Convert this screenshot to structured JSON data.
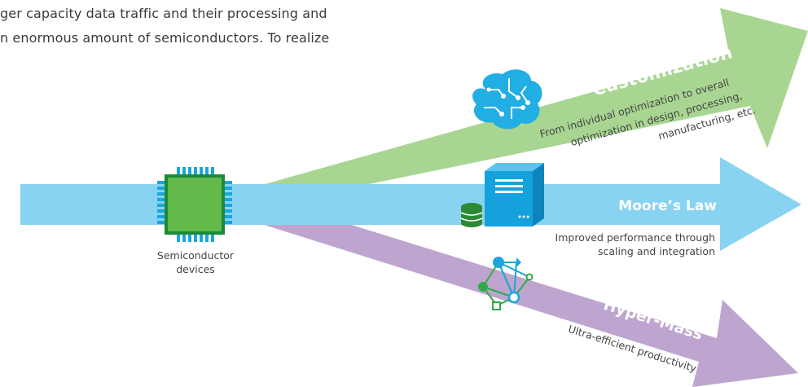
{
  "intro": {
    "line1": "ger capacity data traffic and their processing and",
    "line2": "n enormous amount of semiconductors. To realize"
  },
  "colors": {
    "green": "#a8d692",
    "blue": "#88d3f1",
    "purple": "#bea5cf",
    "chip": "#63b94a",
    "chip_pins": "#1aa6dd"
  },
  "center": {
    "label_line1": "Semiconductor",
    "label_line2": "devices"
  },
  "arrows": {
    "customization": {
      "title": "Customization",
      "desc_line1": "From individual optimization to overall",
      "desc_line2": "optimization in design, processing,",
      "desc_line3": "manufacturing, etc.",
      "icon": "brain-circuit-icon"
    },
    "moores_law": {
      "title": "Moore’s Law",
      "desc_line1": "Improved performance through",
      "desc_line2": "scaling and integration",
      "icon": "server-database-icon"
    },
    "hyper_mass": {
      "title": "Hyper-Mass",
      "desc_line1": "Ultra-efficient productivity",
      "icon": "network-nodes-icon"
    }
  }
}
